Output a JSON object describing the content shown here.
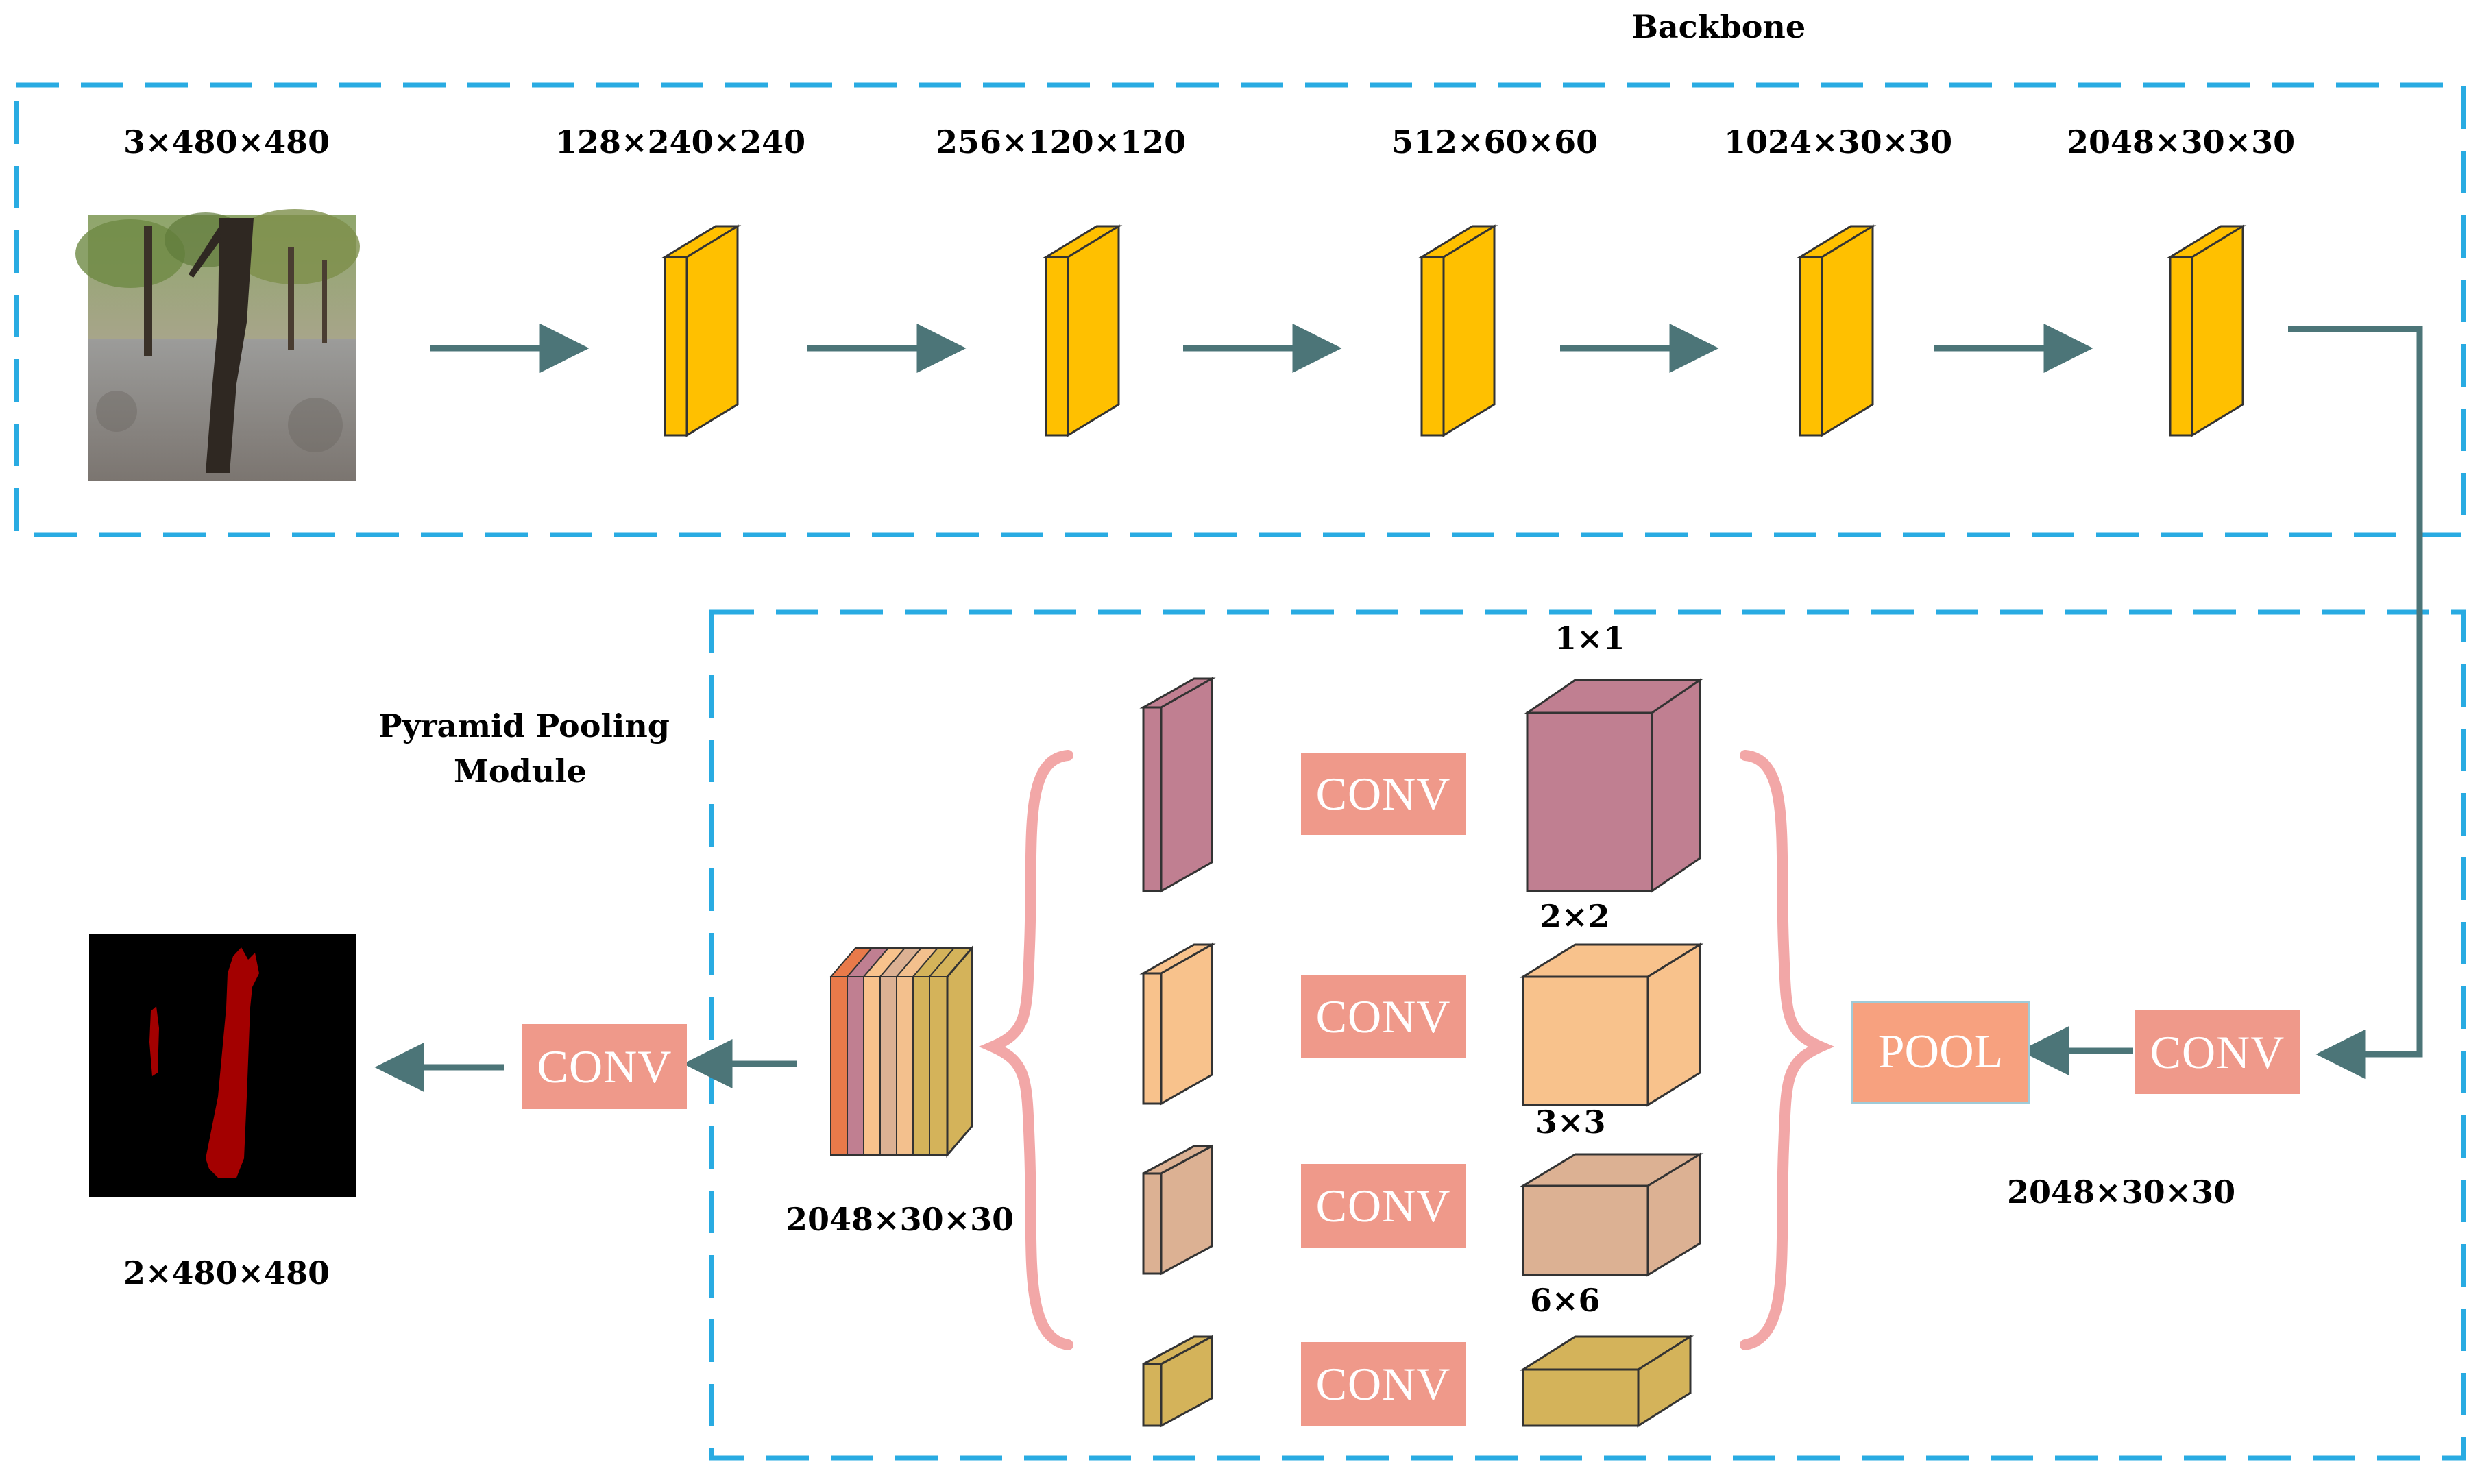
{
  "titles": {
    "backbone": "Backbone",
    "ppm_line1": "Pyramid Pooling",
    "ppm_line2": "Module"
  },
  "backbone_dims": {
    "input": "3×480×480",
    "stage1": "128×240×240",
    "stage2": "256×120×120",
    "stage3": "512×60×60",
    "stage4": "1024×30×30",
    "stage5": "2048×30×30"
  },
  "pyramid": {
    "bins": [
      "1×1",
      "2×2",
      "3×3",
      "6×6"
    ],
    "branch_conv_label": "CONV",
    "concat_dim": "2048×30×30",
    "input_dim": "2048×30×30",
    "output_dim": "2×480×480"
  },
  "ops": {
    "conv": "CONV",
    "pool": "POOL"
  },
  "colors": {
    "dashed_border": "#29abe2",
    "arrow": "#4c7578",
    "backbone_block": "#ffc000",
    "bin_1x1": "#c07f91",
    "bin_2x2": "#f8c28c",
    "bin_3x3": "#dcb193",
    "bin_6x6": "#d4b35a",
    "brace": "#f2a7a7",
    "conv_box": "#ef998a",
    "pool_box": "#f7a17f",
    "mask_red": "#a30000"
  }
}
